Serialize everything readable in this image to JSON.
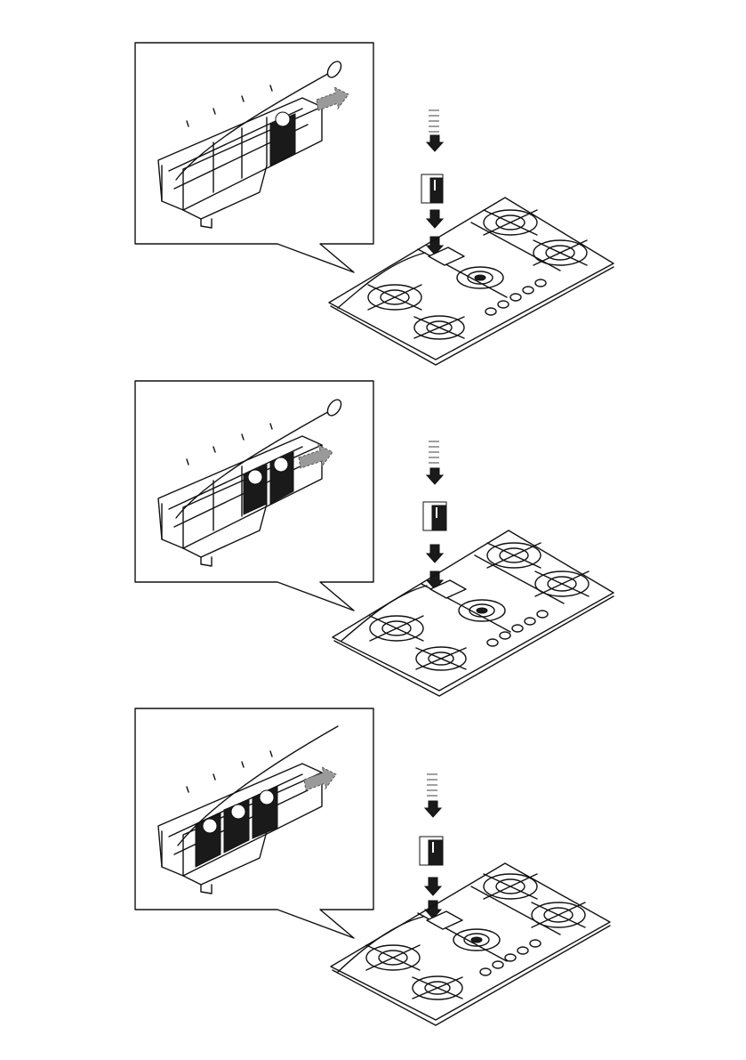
{
  "figure": {
    "steps": [
      {
        "id": "step-1",
        "filter_count": 1
      },
      {
        "id": "step-2",
        "filter_count": 2
      },
      {
        "id": "step-3",
        "filter_count": 3
      }
    ]
  },
  "colors": {
    "ink": "#111111",
    "filter_fill": "#1a1a1a",
    "insert_arrow": "#9a9a9a",
    "background": "#ffffff"
  }
}
